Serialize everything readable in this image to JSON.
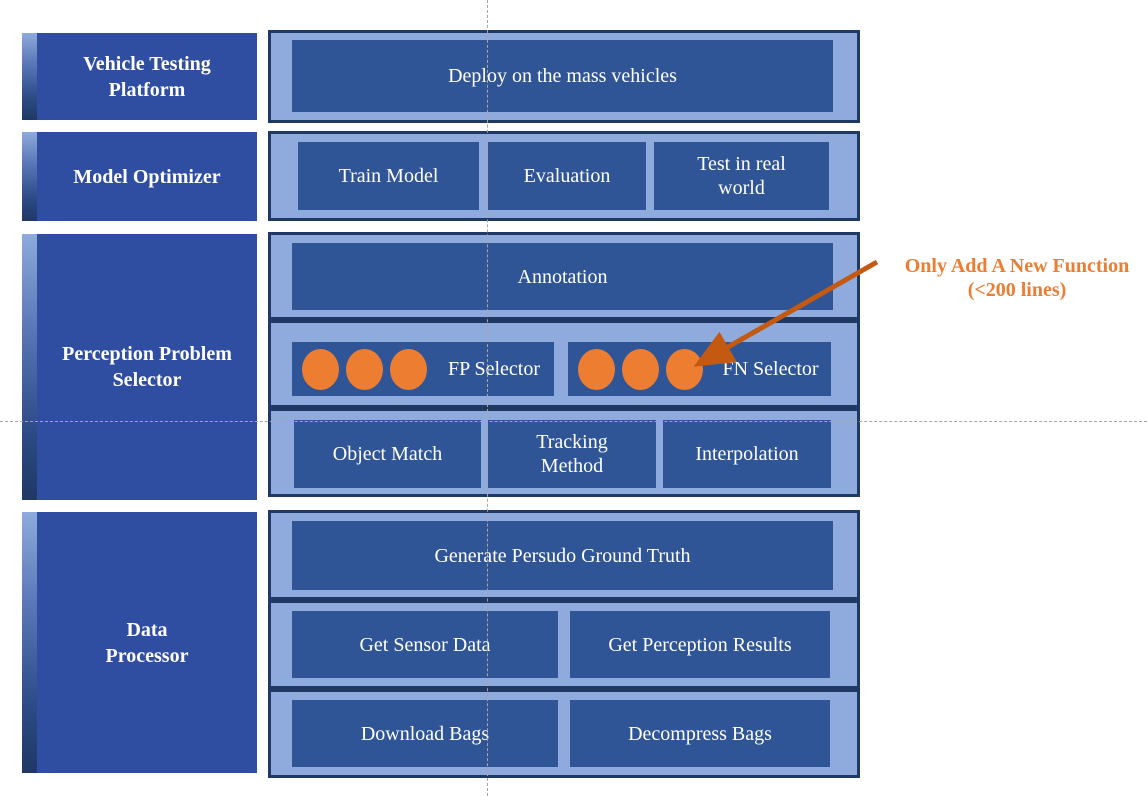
{
  "colors": {
    "label_fill": "#2F4EA2",
    "block_fill": "#2F5597",
    "container_fill": "#8FAADC",
    "border": "#1F3864",
    "circle": "#ED7D31",
    "arrow": "#C45911",
    "annotation_text": "#ED7D31",
    "text": "#FFFFFF",
    "guide": "#A6A6A6"
  },
  "labels": {
    "vehicle": "Vehicle Testing\nPlatform",
    "optimizer": "Model Optimizer",
    "perception": "Perception Problem\nSelector",
    "data": "Data\nProcessor"
  },
  "blocks": {
    "deploy": "Deploy on the mass vehicles",
    "train": "Train Model",
    "evaluation": "Evaluation",
    "test_real": "Test in real\nworld",
    "annotation": "Annotation",
    "fp_selector": "FP Selector",
    "fn_selector": "FN Selector",
    "object_match": "Object Match",
    "tracking": "Tracking\nMethod",
    "interpolation": "Interpolation",
    "generate": "Generate Persudo Ground Truth",
    "get_sensor": "Get Sensor Data",
    "get_perception": "Get Perception Results",
    "download": "Download Bags",
    "decompress": "Decompress Bags"
  },
  "callout": {
    "text": "Only Add A New Function\n(<200 lines)"
  }
}
